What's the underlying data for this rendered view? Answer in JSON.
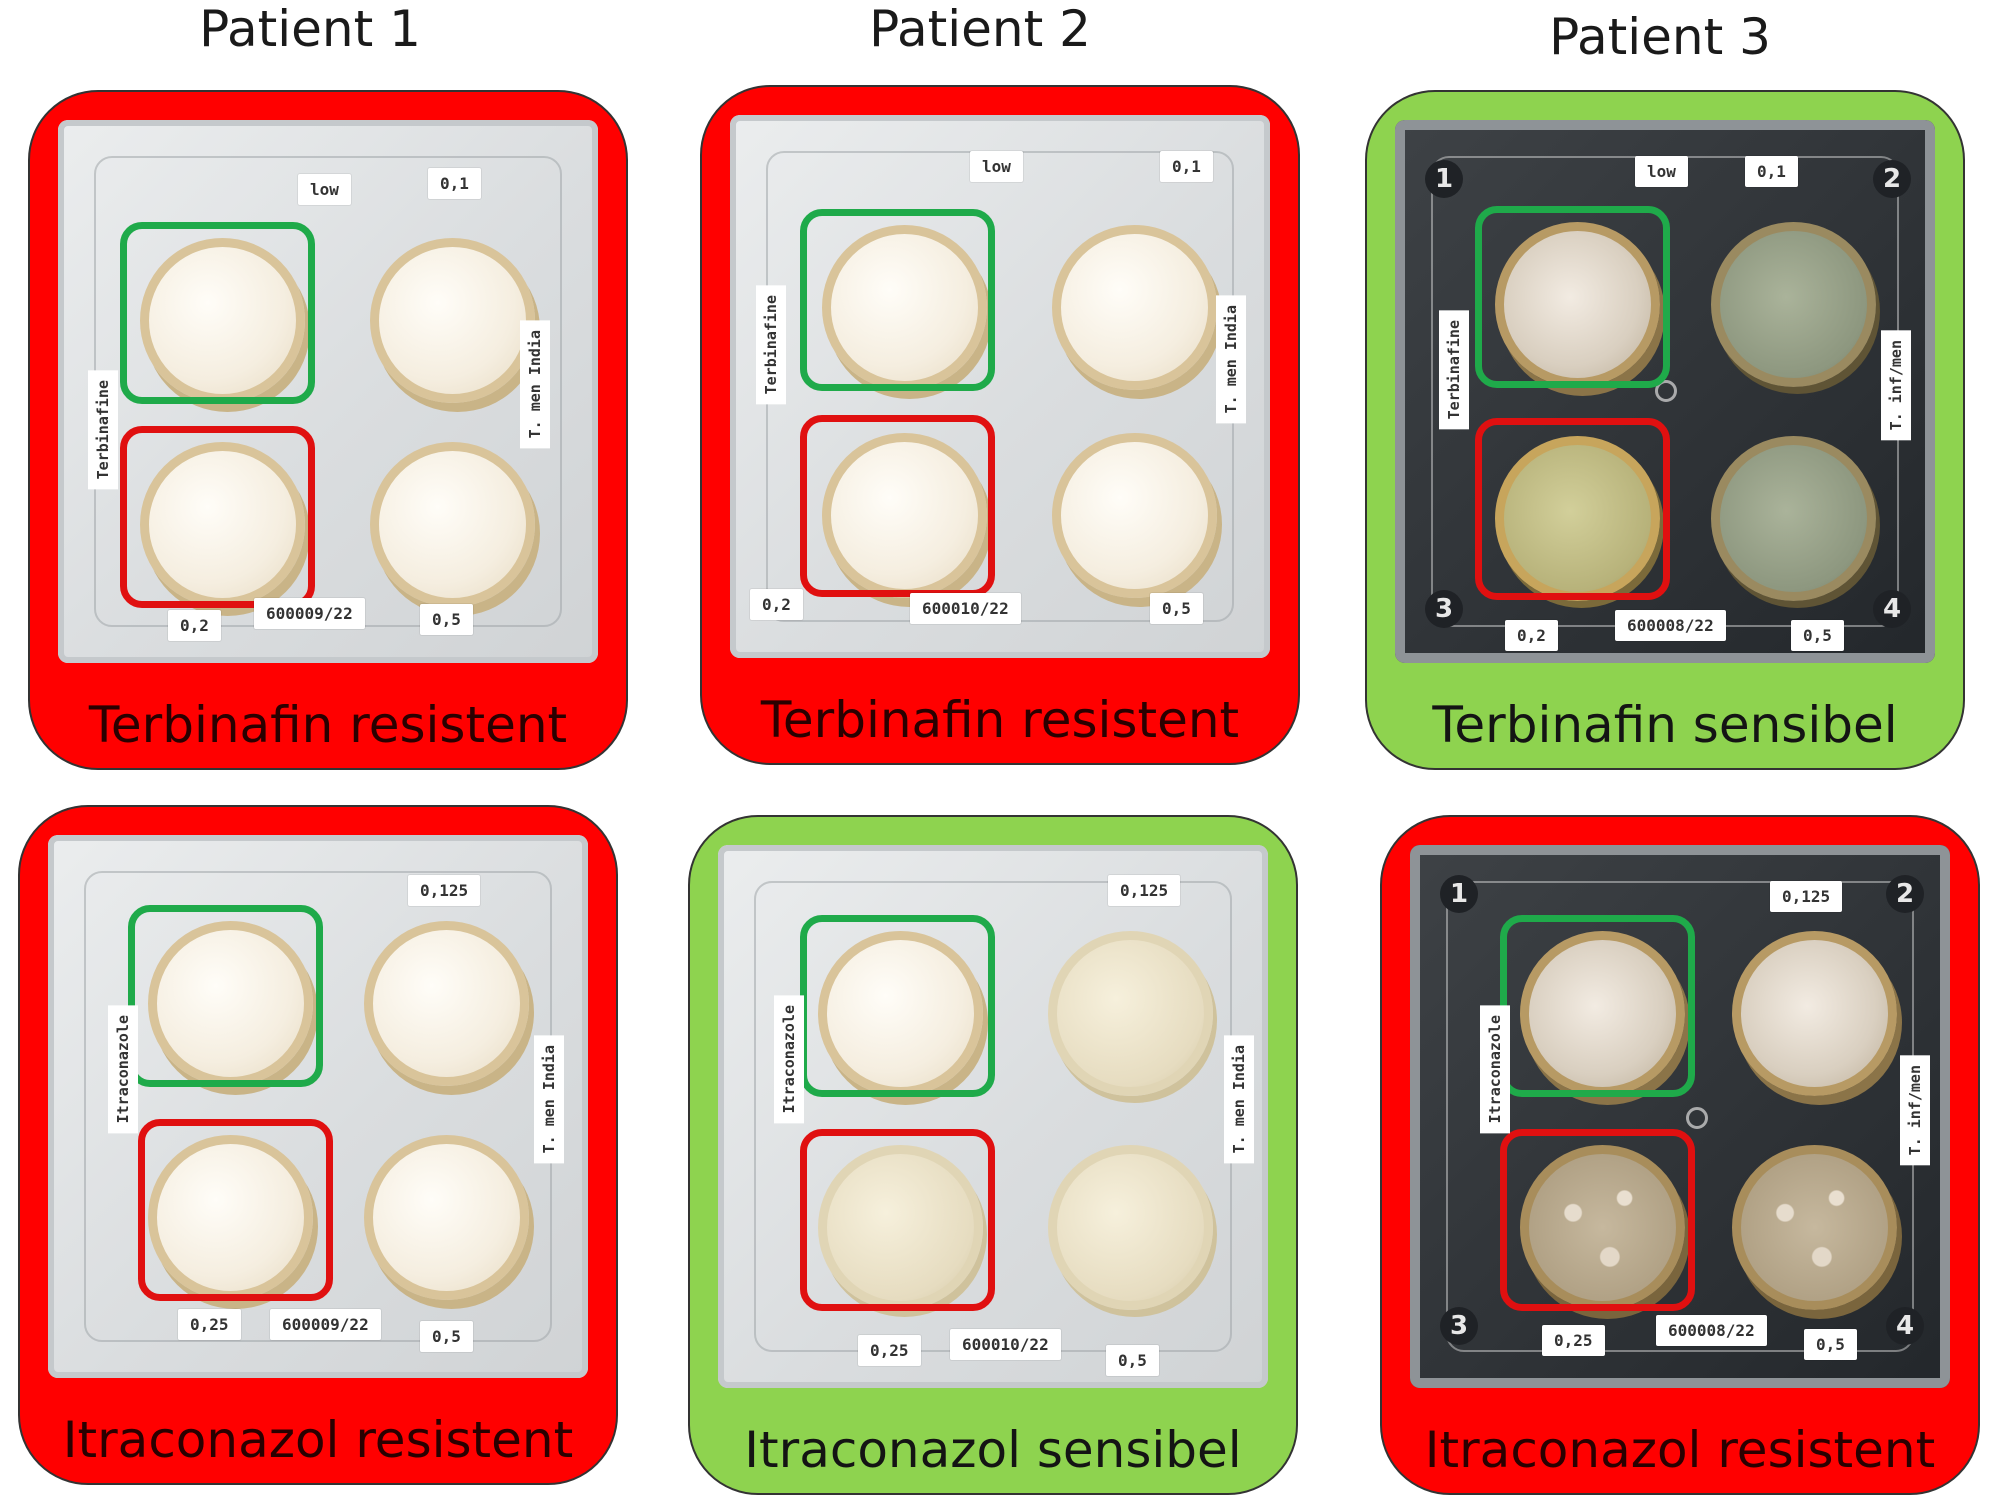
{
  "columns": [
    {
      "title": "Patient 1"
    },
    {
      "title": "Patient 2"
    },
    {
      "title": "Patient 3"
    }
  ],
  "panels": [
    {
      "result": "Terbinafin resistent",
      "status_color": "#ff0000",
      "labels": {
        "top_left": "low",
        "top_right": "0,1",
        "bottom_left": "0,2",
        "bottom_mid": "600009/22",
        "bottom_right": "0,5",
        "side_left": "Terbinafine",
        "side_right": "T. men India"
      }
    },
    {
      "result": "Terbinafin resistent",
      "status_color": "#ff0000",
      "labels": {
        "top_left": "low",
        "top_right": "0,1",
        "bottom_left": "0,2",
        "bottom_mid": "600010/22",
        "bottom_right": "0,5",
        "side_left": "Terbinafine",
        "side_right": "T. men India"
      }
    },
    {
      "result": "Terbinafin sensibel",
      "status_color": "#8ed34f",
      "labels": {
        "top_left": "low",
        "top_right": "0,1",
        "bottom_left": "0,2",
        "bottom_mid": "600008/22",
        "bottom_right": "0,5",
        "side_left": "Terbinafine",
        "side_right": "T. inf/men"
      },
      "well_numbers": [
        "1",
        "2",
        "3",
        "4"
      ]
    },
    {
      "result": "Itraconazol resistent",
      "status_color": "#ff0000",
      "labels": {
        "top_right": "0,125",
        "bottom_left": "0,25",
        "bottom_mid": "600009/22",
        "bottom_right": "0,5",
        "side_left": "Itraconazole",
        "side_right": "T. men India"
      }
    },
    {
      "result": "Itraconazol sensibel",
      "status_color": "#8ed34f",
      "labels": {
        "top_right": "0,125",
        "bottom_left": "0,25",
        "bottom_mid": "600010/22",
        "bottom_right": "0,5",
        "side_left": "Itraconazole",
        "side_right": "T. men India"
      }
    },
    {
      "result": "Itraconazol resistent",
      "status_color": "#ff0000",
      "labels": {
        "top_right": "0,125",
        "bottom_left": "0,25",
        "bottom_mid": "600008/22",
        "bottom_right": "0,5",
        "side_left": "Itraconazole",
        "side_right": "T. inf/men"
      },
      "well_numbers": [
        "1",
        "2",
        "3",
        "4"
      ]
    }
  ]
}
